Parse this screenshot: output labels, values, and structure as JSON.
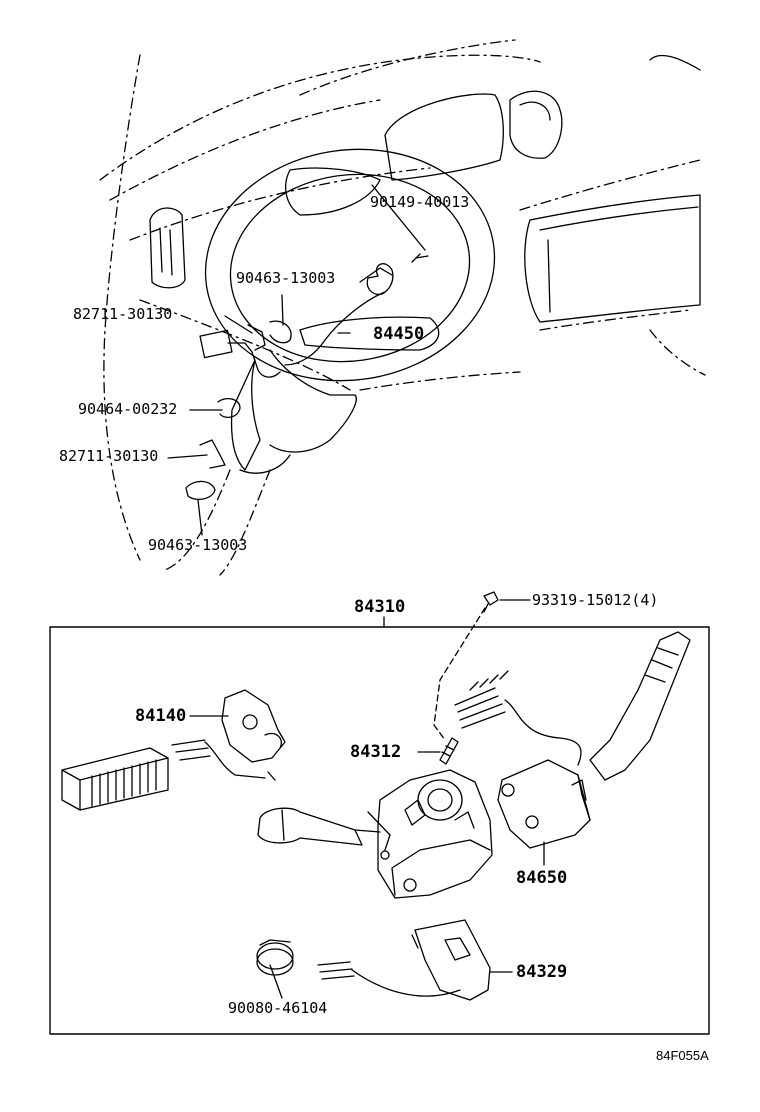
{
  "diagram_code": "84F055A",
  "labels": {
    "p90149_40013": "90149-40013",
    "p90463_13003_top": "90463-13003",
    "p82711_30130_top": "82711-30130",
    "p84450": "84450",
    "p90464_00232": "90464-00232",
    "p82711_30130_bottom": "82711-30130",
    "p90463_13003_bottom": "90463-13003",
    "p84310": "84310",
    "p93319_15012": "93319-15012(4)",
    "p84140": "84140",
    "p84312": "84312",
    "p84650": "84650",
    "p84329": "84329",
    "p90080_46104": "90080-46104"
  }
}
